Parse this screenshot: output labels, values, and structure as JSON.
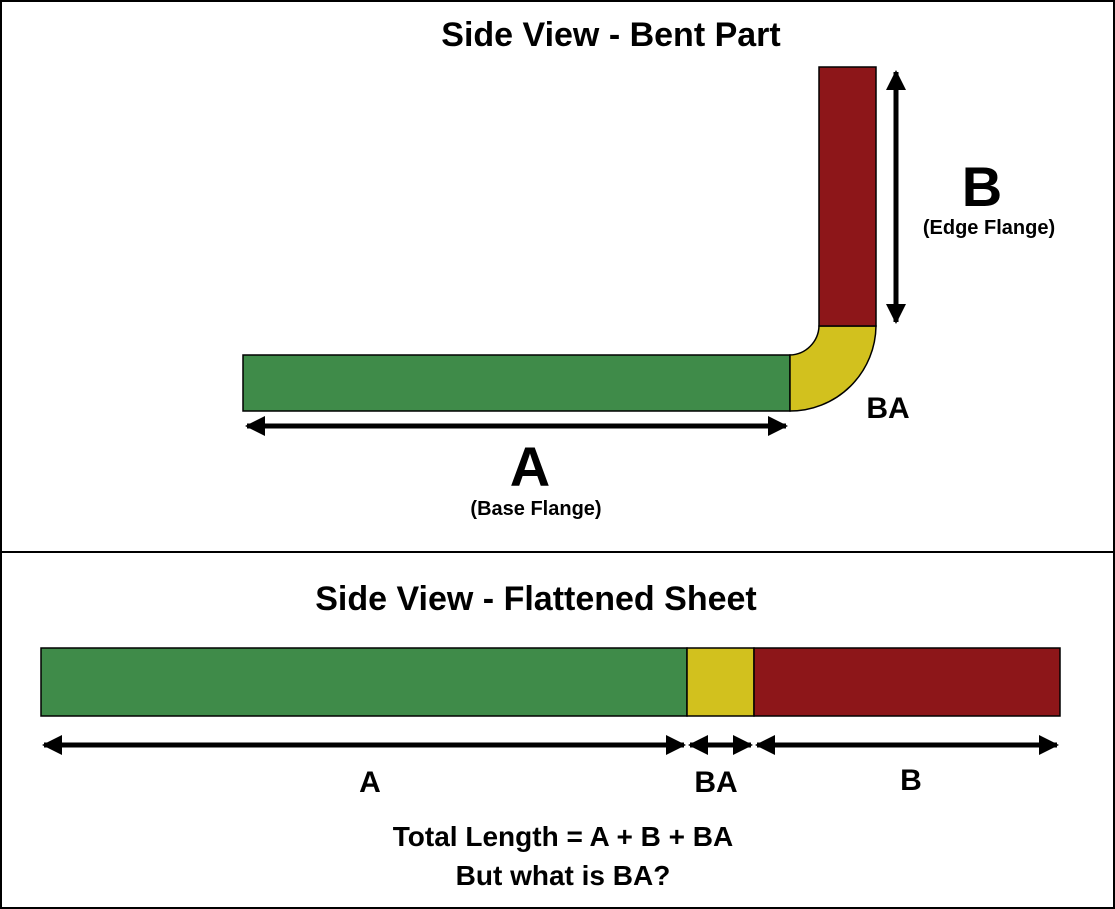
{
  "colors": {
    "base_flange": "#3f8b49",
    "bend": "#d2c11e",
    "edge_flange": "#8d1619",
    "outline": "#000000"
  },
  "top_panel": {
    "title": "Side View - Bent Part",
    "label_a": "A",
    "label_a_sub": "(Base Flange)",
    "label_b": "B",
    "label_b_sub": "(Edge Flange)",
    "label_ba": "BA"
  },
  "bottom_panel": {
    "title": "Side View - Flattened Sheet",
    "label_a": "A",
    "label_ba": "BA",
    "label_b": "B",
    "equation": "Total Length = A + B + BA",
    "question": "But what is BA?"
  }
}
